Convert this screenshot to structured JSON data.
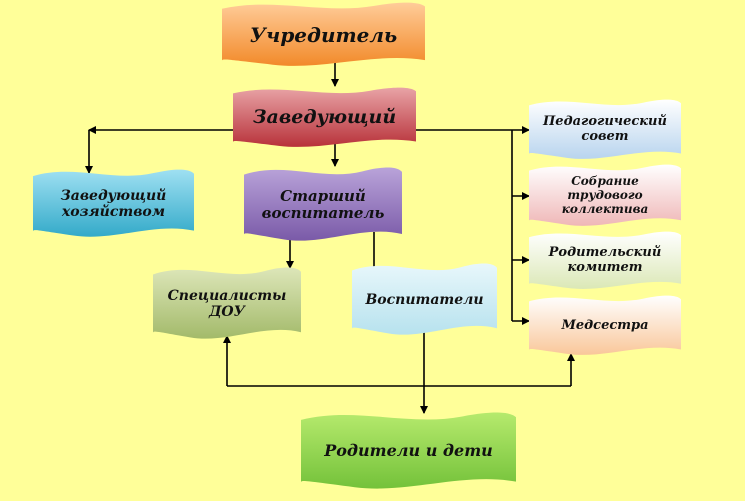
{
  "nodes": {
    "founder": {
      "label": "Учредитель",
      "colors": [
        "#ffcc99",
        "#f28a2a"
      ]
    },
    "head": {
      "label": "Заведующий",
      "colors": [
        "#e8a3a6",
        "#b8323a"
      ]
    },
    "eco": {
      "label": "Заведующий\nхозяйством",
      "colors": [
        "#9fe0f2",
        "#33aac9"
      ]
    },
    "senior": {
      "label": "Старший\nвоспитатель",
      "colors": [
        "#b9a3d9",
        "#7a5aa8"
      ]
    },
    "spec": {
      "label": "Специалисты\nДОУ",
      "colors": [
        "#dde6b9",
        "#a3ba6a"
      ]
    },
    "teachers": {
      "label": "Воспитатели",
      "colors": [
        "#e8f7fb",
        "#b7e2ee"
      ]
    },
    "parents": {
      "label": "Родители и дети",
      "colors": [
        "#b6ea6d",
        "#74c23a"
      ]
    },
    "pedcouncil": {
      "label": "Педагогический\nсовет",
      "colors": [
        "#ffffff",
        "#b8d4ee"
      ]
    },
    "assembly": {
      "label": "Собрание трудового\nколлектива",
      "colors": [
        "#ffffff",
        "#efb7b7"
      ]
    },
    "parcom": {
      "label": "Родительский\nкомитет",
      "colors": [
        "#ffffff",
        "#dbe8b6"
      ]
    },
    "nurse": {
      "label": "Медсестра",
      "colors": [
        "#ffffff",
        "#f9c79a"
      ]
    }
  }
}
